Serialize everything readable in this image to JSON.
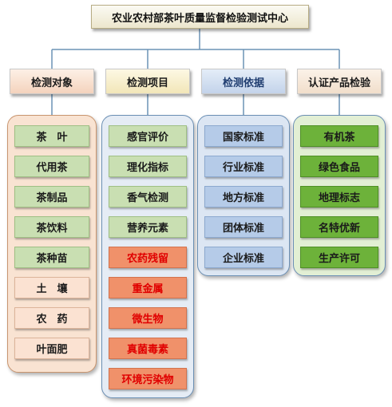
{
  "title": "农业农村部茶叶质量监督检验测试中心",
  "colors": {
    "connector": "#6b93b6",
    "panel_peach_bg": "#f9e3d2",
    "panel_blue_bg": "#dce6f3",
    "panel_green_bg": "#e2efd4",
    "item_green": "#c9dfb2",
    "item_peach": "#fbe2d2",
    "item_orange": "#f0916a",
    "item_orange_text": "#e00000",
    "item_blue": "#b5cbe8",
    "item_bright_green": "#6db23a"
  },
  "categories": [
    {
      "label": "检测对象",
      "items": [
        "茶　叶",
        "代用茶",
        "茶制品",
        "茶饮料",
        "茶种苗",
        "土　壤",
        "农　药",
        "叶面肥"
      ],
      "styles": [
        "green",
        "green",
        "green",
        "green",
        "green",
        "peach",
        "peach",
        "peach"
      ]
    },
    {
      "label": "检测项目",
      "items": [
        "感官评价",
        "理化指标",
        "香气检测",
        "营养元素",
        "农药残留",
        "重金属",
        "微生物",
        "真菌毒素",
        "环境污染物"
      ],
      "styles": [
        "green",
        "green",
        "green",
        "green",
        "orange",
        "orange",
        "orange",
        "orange",
        "orange"
      ]
    },
    {
      "label": "检测依据",
      "items": [
        "国家标准",
        "行业标准",
        "地方标准",
        "团体标准",
        "企业标准"
      ],
      "styles": [
        "blue",
        "blue",
        "blue",
        "blue",
        "blue"
      ]
    },
    {
      "label": "认证产品检验",
      "items": [
        "有机茶",
        "绿色食品",
        "地理标志",
        "名特优新",
        "生产许可"
      ],
      "styles": [
        "bright_green",
        "bright_green",
        "bright_green",
        "bright_green",
        "bright_green"
      ]
    }
  ]
}
